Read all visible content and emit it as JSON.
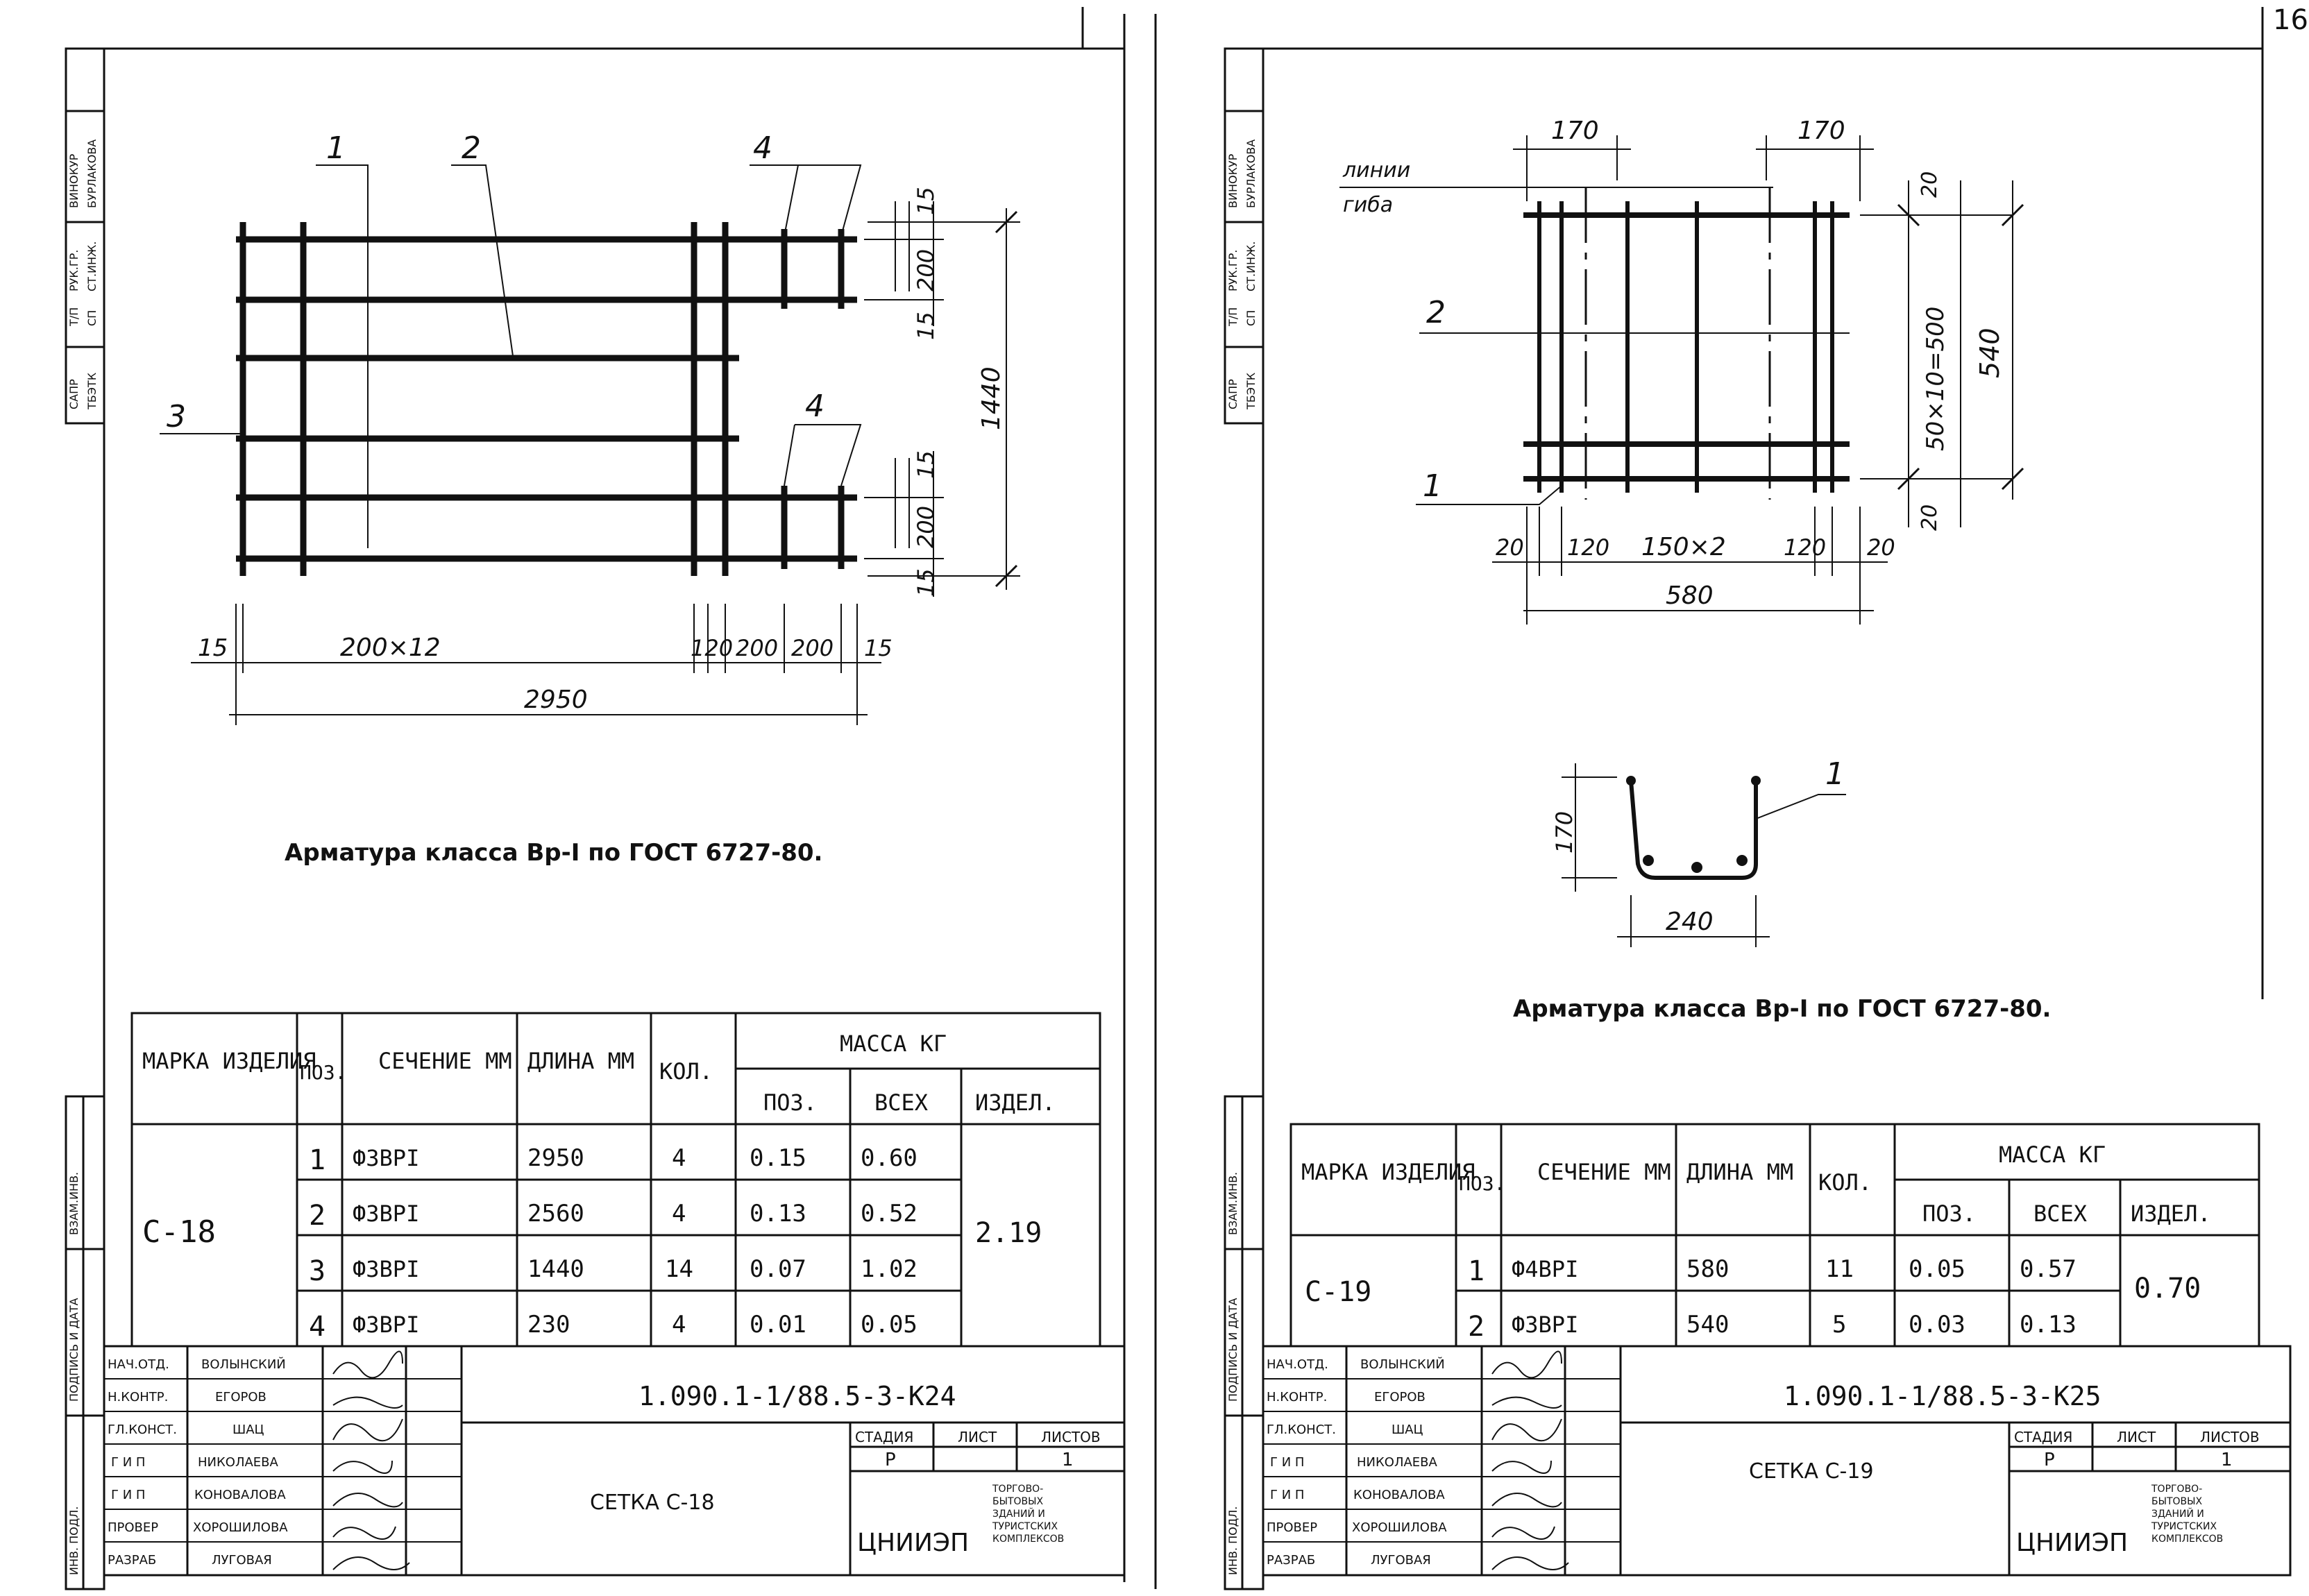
{
  "top_page_number": "16",
  "left_margin_labels": {
    "top_block": [
      "ВИНОКУР",
      "БУРЛАКОВА",
      "РУК.ГР.",
      "СТ.ИНЖ.",
      "Т/П",
      "СП",
      "САПР",
      "ТБЭТК"
    ],
    "bottom_block": [
      "ВЗАМ.ИНВ.",
      "ПОДПИСЬ И ДАТА",
      "ИНВ. ПОДЛ."
    ]
  },
  "sheet_left": {
    "drawing": {
      "callouts": [
        "1",
        "2",
        "3",
        "4",
        "4"
      ],
      "dims_right_top": [
        "15",
        "200",
        "15"
      ],
      "dims_right_bottom": [
        "15",
        "200",
        "15"
      ],
      "dim_total_height": "1440",
      "dims_bottom": [
        "15",
        "200×12",
        "120",
        "200",
        "200",
        "15"
      ],
      "dim_total_length": "2950"
    },
    "note": "Арматура класса Вр-I по ГОСТ 6727-80.",
    "spec": {
      "headers": {
        "mark": "МАРКА ИЗДЕЛИЯ",
        "pos": "ПОЗ.",
        "section": "СЕЧЕНИЕ ММ",
        "length": "ДЛИНА ММ",
        "qty": "КОЛ.",
        "mass": "МАССА КГ",
        "mass_pos": "ПОЗ.",
        "mass_all": "ВСЕХ",
        "mass_item": "ИЗДЕЛ."
      },
      "mark": "С-18",
      "item_mass": "2.19",
      "rows": [
        {
          "pos": "1",
          "section": "Ф3ВРI",
          "length": "2950",
          "qty": "4",
          "mpos": "0.15",
          "mall": "0.60"
        },
        {
          "pos": "2",
          "section": "Ф3ВРI",
          "length": "2560",
          "qty": "4",
          "mpos": "0.13",
          "mall": "0.52"
        },
        {
          "pos": "3",
          "section": "Ф3ВРI",
          "length": "1440",
          "qty": "14",
          "mpos": "0.07",
          "mall": "1.02"
        },
        {
          "pos": "4",
          "section": "Ф3ВРI",
          "length": "230",
          "qty": "4",
          "mpos": "0.01",
          "mall": "0.05"
        }
      ]
    },
    "stamp": {
      "code": "1.090.1-1/88.5-3-К24",
      "title": "СЕТКА С-18",
      "roles": [
        "НАЧ.ОТД.",
        "Н.КОНТР.",
        "ГЛ.КОНСТ.",
        "Г И П",
        "Г И П",
        "ПРОВЕР",
        "РАЗРАБ"
      ],
      "names": [
        "ВОЛЫНСКИЙ",
        "ЕГОРОВ",
        "ШАЦ",
        "НИКОЛАЕВА",
        "КОНОВАЛОВА",
        "ХОРОШИЛОВА",
        "ЛУГОВАЯ"
      ],
      "stage_label": "СТАДИЯ",
      "sheet_label": "ЛИСТ",
      "sheets_label": "ЛИСТОВ",
      "stage": "Р",
      "sheets": "1",
      "org": "ЦНИИЭП",
      "org_note": [
        "ТОРГОВО-",
        "БЫТОВЫХ",
        "ЗДАНИЙ И",
        "ТУРИСТСКИХ",
        "КОМПЛЕКСОВ"
      ]
    }
  },
  "sheet_right": {
    "drawing": {
      "dims_top": [
        "170",
        "170"
      ],
      "label_bend": [
        "линии",
        "гиба"
      ],
      "callouts": [
        "2",
        "1",
        "1"
      ],
      "dims_right": [
        "20",
        "50×10=500",
        "20"
      ],
      "dim_total_height": "540",
      "dims_bottom": [
        "20",
        "120",
        "150×2",
        "120",
        "20"
      ],
      "dim_total_width": "580",
      "profile_height": "170",
      "profile_width": "240"
    },
    "note": "Арматура класса Вр-I по ГОСТ 6727-80.",
    "spec": {
      "headers": {
        "mark": "МАРКА ИЗДЕЛИЯ",
        "pos": "ПОЗ.",
        "section": "СЕЧЕНИЕ ММ",
        "length": "ДЛИНА ММ",
        "qty": "КОЛ.",
        "mass": "МАССА КГ",
        "mass_pos": "ПОЗ.",
        "mass_all": "ВСЕХ",
        "mass_item": "ИЗДЕЛ."
      },
      "mark": "С-19",
      "item_mass": "0.70",
      "rows": [
        {
          "pos": "1",
          "section": "Ф4ВРI",
          "length": "580",
          "qty": "11",
          "mpos": "0.05",
          "mall": "0.57"
        },
        {
          "pos": "2",
          "section": "Ф3ВРI",
          "length": "540",
          "qty": "5",
          "mpos": "0.03",
          "mall": "0.13"
        }
      ]
    },
    "stamp": {
      "code": "1.090.1-1/88.5-3-К25",
      "title": "СЕТКА С-19",
      "roles": [
        "НАЧ.ОТД.",
        "Н.КОНТР.",
        "ГЛ.КОНСТ.",
        "Г И П",
        "Г И П",
        "ПРОВЕР",
        "РАЗРАБ"
      ],
      "names": [
        "ВОЛЫНСКИЙ",
        "ЕГОРОВ",
        "ШАЦ",
        "НИКОЛАЕВА",
        "КОНОВАЛОВА",
        "ХОРОШИЛОВА",
        "ЛУГОВАЯ"
      ],
      "stage_label": "СТАДИЯ",
      "sheet_label": "ЛИСТ",
      "sheets_label": "ЛИСТОВ",
      "stage": "Р",
      "sheets": "1",
      "org": "ЦНИИЭП",
      "org_note": [
        "ТОРГОВО-",
        "БЫТОВЫХ",
        "ЗДАНИЙ И",
        "ТУРИСТСКИХ",
        "КОМПЛЕКСОВ"
      ]
    }
  }
}
